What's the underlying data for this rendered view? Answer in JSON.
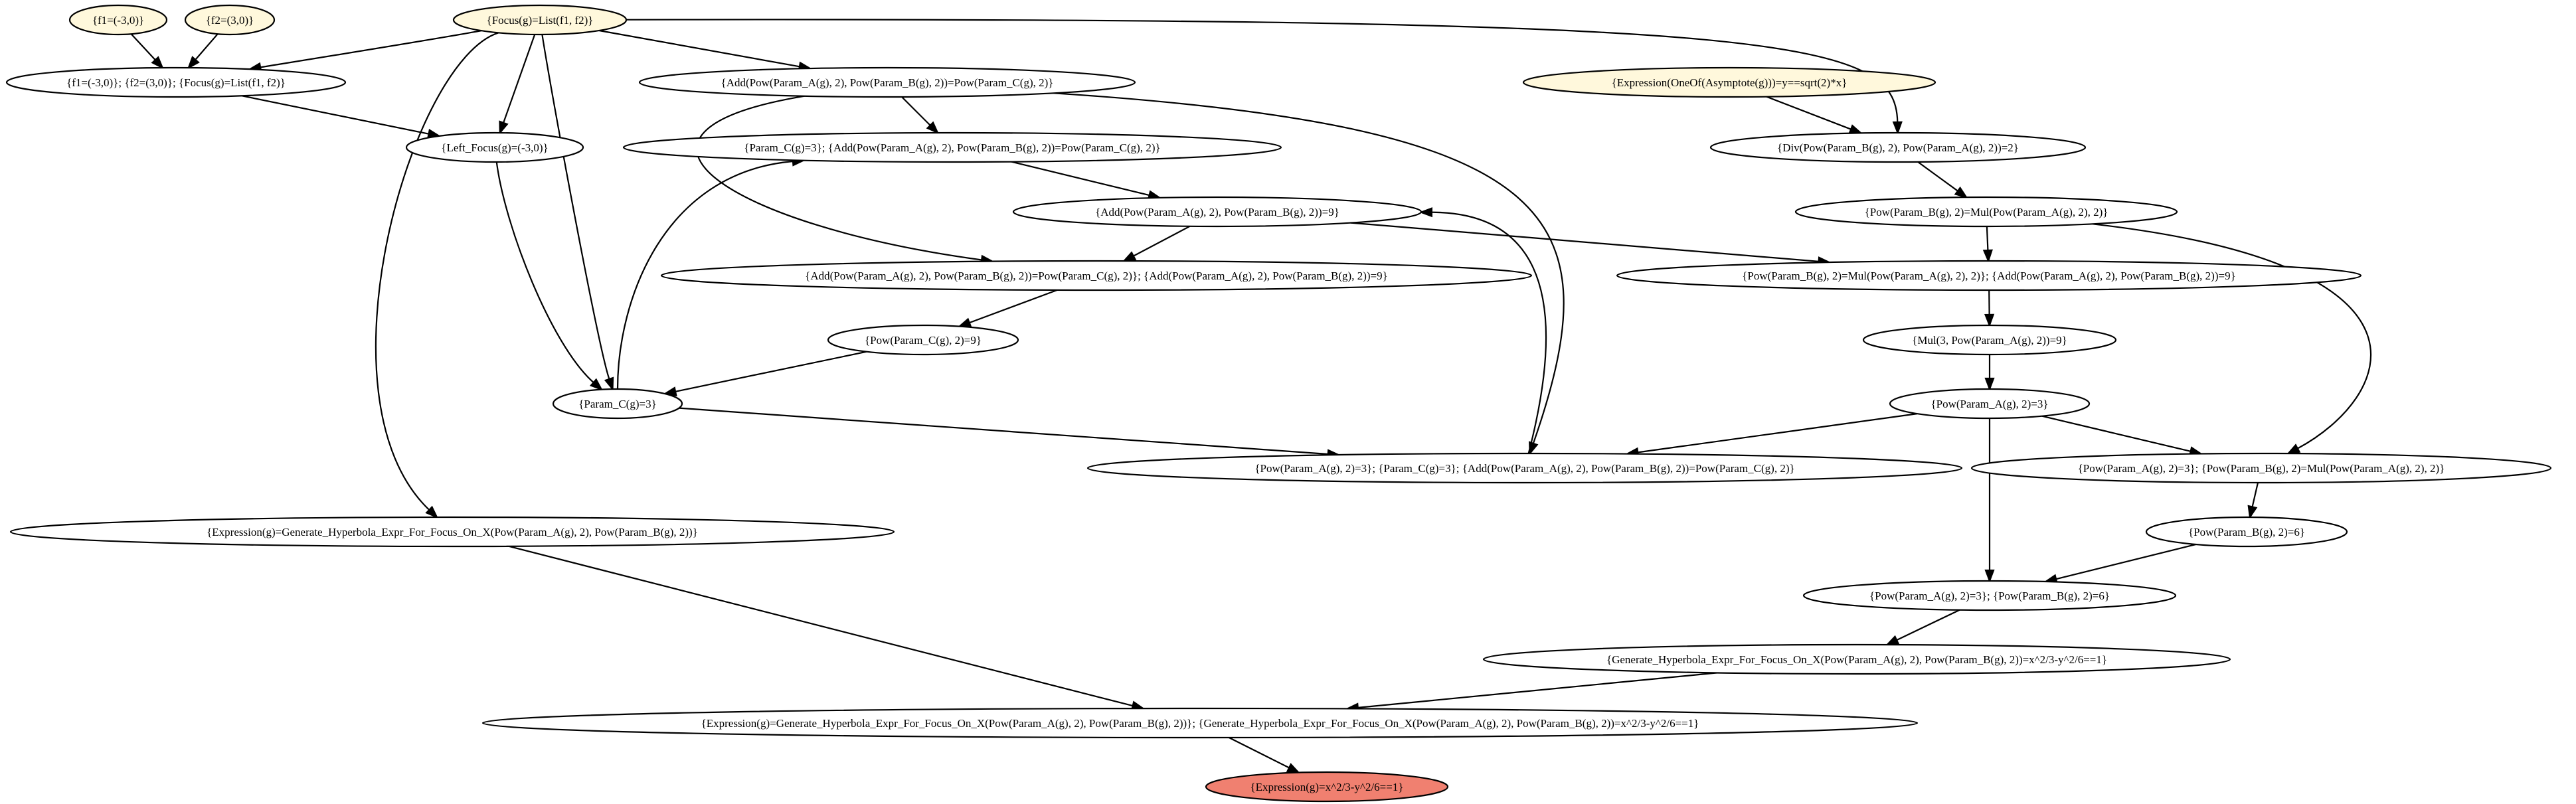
{
  "colors": {
    "premise": "#fff8dc",
    "intermediate": "#ffffff",
    "goal": "#f08070",
    "stroke": "#000000"
  },
  "nodes": [
    {
      "id": "f1",
      "label": "{f1=(-3,0)}",
      "kind": "premise"
    },
    {
      "id": "f2",
      "label": "{f2=(3,0)}",
      "kind": "premise"
    },
    {
      "id": "focus",
      "label": "{Focus(g)=List(f1, f2)}",
      "kind": "premise"
    },
    {
      "id": "combo",
      "label": "{f1=(-3,0)}; {f2=(3,0)}; {Focus(g)=List(f1, f2)}",
      "kind": "intermediate"
    },
    {
      "id": "addc",
      "label": "{Add(Pow(Param_A(g), 2), Pow(Param_B(g), 2))=Pow(Param_C(g), 2)}",
      "kind": "intermediate"
    },
    {
      "id": "asym",
      "label": "{Expression(OneOf(Asymptote(g)))=y==sqrt(2)*x}",
      "kind": "premise"
    },
    {
      "id": "leftfocus",
      "label": "{Left_Focus(g)=(-3,0)}",
      "kind": "intermediate"
    },
    {
      "id": "pc_add",
      "label": "{Param_C(g)=3}; {Add(Pow(Param_A(g), 2), Pow(Param_B(g), 2))=Pow(Param_C(g), 2)}",
      "kind": "intermediate"
    },
    {
      "id": "div",
      "label": "{Div(Pow(Param_B(g), 2), Pow(Param_A(g), 2))=2}",
      "kind": "intermediate"
    },
    {
      "id": "add9",
      "label": "{Add(Pow(Param_A(g), 2), Pow(Param_B(g), 2))=9}",
      "kind": "intermediate"
    },
    {
      "id": "pb_mul",
      "label": "{Pow(Param_B(g), 2)=Mul(Pow(Param_A(g), 2), 2)}",
      "kind": "intermediate"
    },
    {
      "id": "addc_add9",
      "label": "{Add(Pow(Param_A(g), 2), Pow(Param_B(g), 2))=Pow(Param_C(g), 2)}; {Add(Pow(Param_A(g), 2), Pow(Param_B(g), 2))=9}",
      "kind": "intermediate"
    },
    {
      "id": "pbmul_add9",
      "label": "{Pow(Param_B(g), 2)=Mul(Pow(Param_A(g), 2), 2)}; {Add(Pow(Param_A(g), 2), Pow(Param_B(g), 2))=9}",
      "kind": "intermediate"
    },
    {
      "id": "powc9",
      "label": "{Pow(Param_C(g), 2)=9}",
      "kind": "intermediate"
    },
    {
      "id": "mul3",
      "label": "{Mul(3, Pow(Param_A(g), 2))=9}",
      "kind": "intermediate"
    },
    {
      "id": "pc3",
      "label": "{Param_C(g)=3}",
      "kind": "intermediate"
    },
    {
      "id": "pa3",
      "label": "{Pow(Param_A(g), 2)=3}",
      "kind": "intermediate"
    },
    {
      "id": "pa3_pc3_add",
      "label": "{Pow(Param_A(g), 2)=3}; {Param_C(g)=3}; {Add(Pow(Param_A(g), 2), Pow(Param_B(g), 2))=Pow(Param_C(g), 2)}",
      "kind": "intermediate"
    },
    {
      "id": "pa3_pbmul",
      "label": "{Pow(Param_A(g), 2)=3}; {Pow(Param_B(g), 2)=Mul(Pow(Param_A(g), 2), 2)}",
      "kind": "intermediate"
    },
    {
      "id": "exprgen",
      "label": "{Expression(g)=Generate_Hyperbola_Expr_For_Focus_On_X(Pow(Param_A(g), 2), Pow(Param_B(g), 2))}",
      "kind": "intermediate"
    },
    {
      "id": "pb6",
      "label": "{Pow(Param_B(g), 2)=6}",
      "kind": "intermediate"
    },
    {
      "id": "pa3_pb6",
      "label": "{Pow(Param_A(g), 2)=3}; {Pow(Param_B(g), 2)=6}",
      "kind": "intermediate"
    },
    {
      "id": "gen_res",
      "label": "{Generate_Hyperbola_Expr_For_Focus_On_X(Pow(Param_A(g), 2), Pow(Param_B(g), 2))=x^2/3-y^2/6==1}",
      "kind": "intermediate"
    },
    {
      "id": "expr_gen_res",
      "label": "{Expression(g)=Generate_Hyperbola_Expr_For_Focus_On_X(Pow(Param_A(g), 2), Pow(Param_B(g), 2))}; {Generate_Hyperbola_Expr_For_Focus_On_X(Pow(Param_A(g), 2), Pow(Param_B(g), 2))=x^2/3-y^2/6==1}",
      "kind": "intermediate"
    },
    {
      "id": "final",
      "label": "{Expression(g)=x^2/3-y^2/6==1}",
      "kind": "goal"
    }
  ],
  "edges": [
    {
      "from": "f1",
      "to": "combo"
    },
    {
      "from": "f2",
      "to": "combo"
    },
    {
      "from": "focus",
      "to": "combo"
    },
    {
      "from": "focus",
      "to": "addc"
    },
    {
      "from": "focus",
      "to": "div"
    },
    {
      "from": "focus",
      "to": "leftfocus"
    },
    {
      "from": "focus",
      "to": "pc3"
    },
    {
      "from": "focus",
      "to": "exprgen"
    },
    {
      "from": "combo",
      "to": "leftfocus"
    },
    {
      "from": "addc",
      "to": "pc_add"
    },
    {
      "from": "addc",
      "to": "addc_add9"
    },
    {
      "from": "addc",
      "to": "pa3_pc3_add"
    },
    {
      "from": "asym",
      "to": "div"
    },
    {
      "from": "leftfocus",
      "to": "pc3"
    },
    {
      "from": "pc_add",
      "to": "add9"
    },
    {
      "from": "pc3",
      "to": "pc_add"
    },
    {
      "from": "div",
      "to": "pb_mul"
    },
    {
      "from": "add9",
      "to": "addc_add9"
    },
    {
      "from": "add9",
      "to": "pbmul_add9"
    },
    {
      "from": "pb_mul",
      "to": "pbmul_add9"
    },
    {
      "from": "pb_mul",
      "to": "pa3_pbmul"
    },
    {
      "from": "addc_add9",
      "to": "powc9"
    },
    {
      "from": "pbmul_add9",
      "to": "mul3"
    },
    {
      "from": "powc9",
      "to": "pc3"
    },
    {
      "from": "mul3",
      "to": "pa3"
    },
    {
      "from": "pc3",
      "to": "pa3_pc3_add"
    },
    {
      "from": "pa3",
      "to": "pa3_pc3_add"
    },
    {
      "from": "pa3",
      "to": "pa3_pbmul"
    },
    {
      "from": "pa3",
      "to": "pa3_pb6"
    },
    {
      "from": "pa3_pc3_add",
      "to": "add9"
    },
    {
      "from": "pa3_pbmul",
      "to": "pb6"
    },
    {
      "from": "pb6",
      "to": "pa3_pb6"
    },
    {
      "from": "pa3_pb6",
      "to": "gen_res"
    },
    {
      "from": "exprgen",
      "to": "expr_gen_res"
    },
    {
      "from": "gen_res",
      "to": "expr_gen_res"
    },
    {
      "from": "expr_gen_res",
      "to": "final"
    }
  ]
}
